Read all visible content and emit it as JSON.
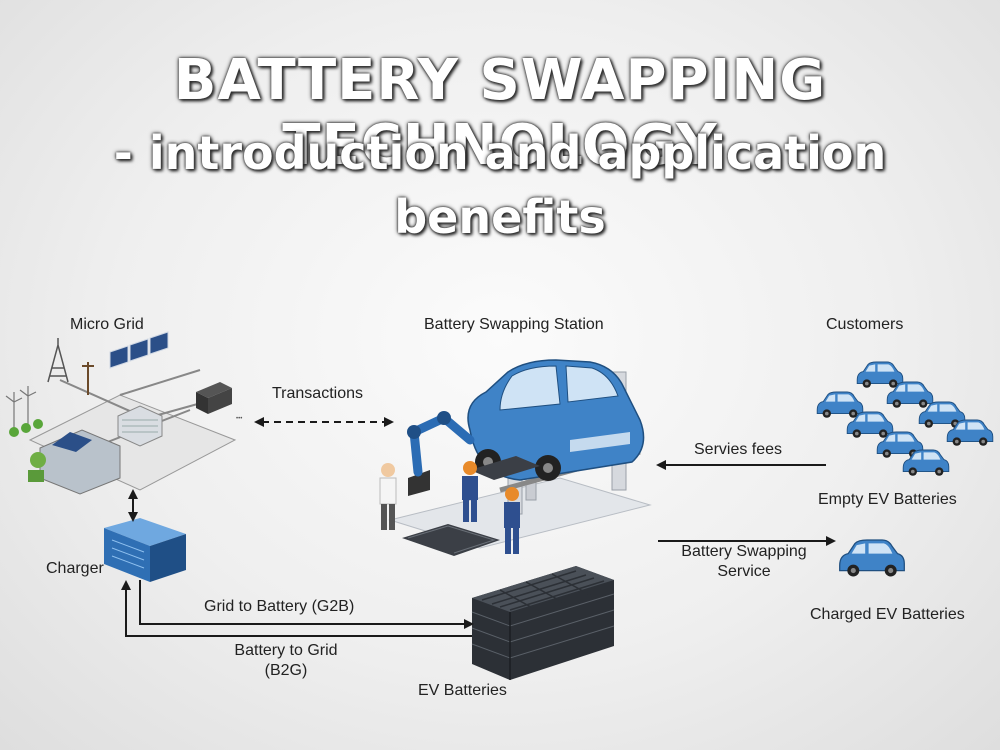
{
  "title": {
    "line1": "BATTERY SWAPPING TECHNOLOGY",
    "line2": "- introduction and application",
    "line3": "benefits"
  },
  "sections": {
    "micro_grid": "Micro Grid",
    "station": "Battery Swapping Station",
    "customers": "Customers"
  },
  "labels": {
    "transactions": "Transactions",
    "service_fees": "Servies fees",
    "empty_batteries": "Empty EV Batteries",
    "swap_service_1": "Battery Swapping",
    "swap_service_2": "Service",
    "charged_batteries": "Charged EV Batteries",
    "charger": "Charger",
    "g2b": "Grid to Battery (G2B)",
    "b2g_1": "Battery to Grid",
    "b2g_2": "(B2G)",
    "ev_batteries": "EV Batteries"
  },
  "colors": {
    "car_blue": "#3f83c7",
    "arrow": "#1a1a1a",
    "battery_dark": "#3b3f46",
    "worker_blue": "#2e4f8f",
    "worker_orange": "#e88a2a"
  },
  "icons": [
    "micro-grid-icon",
    "swapping-station-icon",
    "customer-cars-icon",
    "charger-icon",
    "ev-battery-stack-icon",
    "charged-car-icon"
  ]
}
